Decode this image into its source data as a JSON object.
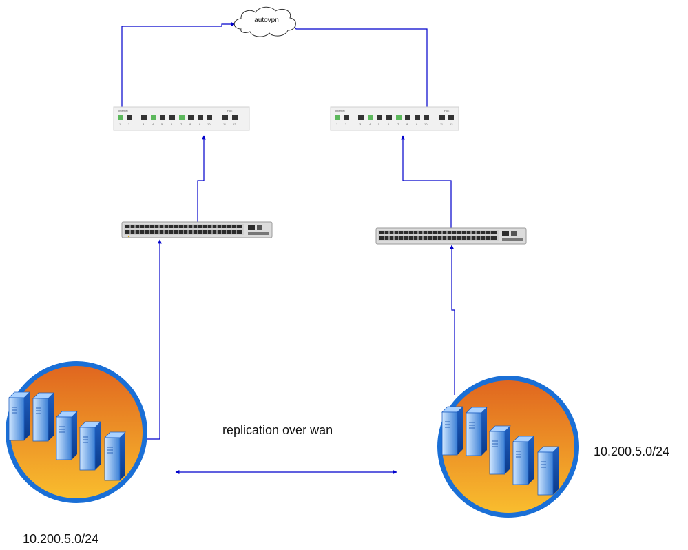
{
  "cloud": {
    "label": "autovpn"
  },
  "link_label": "replication over wan",
  "sites": [
    {
      "subnet": "10.200.5.0/24",
      "firewall": {
        "wan_caption": "Internet",
        "poe_caption": "PoE",
        "ports": [
          "1",
          "2",
          "3",
          "4",
          "5",
          "6",
          "7",
          "8",
          "9",
          "10",
          "11",
          "12"
        ]
      }
    },
    {
      "subnet": "10.200.5.0/24",
      "firewall": {
        "wan_caption": "Internet",
        "poe_caption": "PoE",
        "ports": [
          "1",
          "2",
          "3",
          "4",
          "5",
          "6",
          "7",
          "8",
          "9",
          "10",
          "11",
          "12"
        ]
      }
    }
  ],
  "colors": {
    "link": "#0000cc",
    "port_active": "#5cb85c",
    "port_idle": "#333333",
    "orb_top": "#e8782a",
    "orb_bottom": "#f7b52c",
    "orb_ring": "#1a6fd6"
  }
}
